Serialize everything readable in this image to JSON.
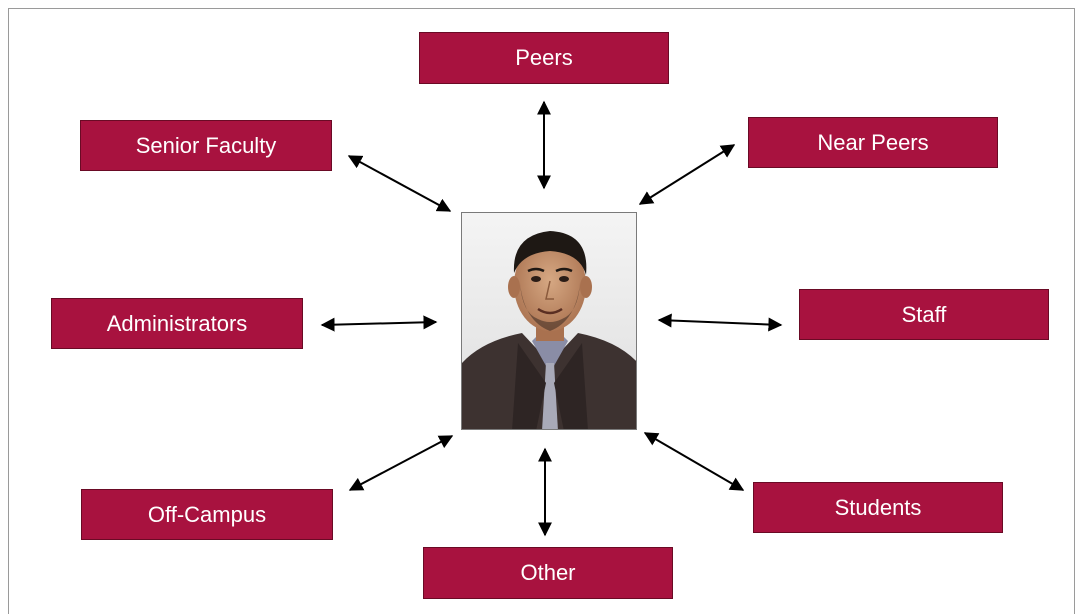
{
  "diagram": {
    "nodes": [
      {
        "id": "peers",
        "label": "Peers"
      },
      {
        "id": "senior-faculty",
        "label": "Senior Faculty"
      },
      {
        "id": "near-peers",
        "label": "Near Peers"
      },
      {
        "id": "administrators",
        "label": "Administrators"
      },
      {
        "id": "staff",
        "label": "Staff"
      },
      {
        "id": "off-campus",
        "label": "Off-Campus"
      },
      {
        "id": "students",
        "label": "Students"
      },
      {
        "id": "other",
        "label": "Other"
      }
    ],
    "connections": [
      "peers",
      "senior-faculty",
      "near-peers",
      "administrators",
      "staff",
      "off-campus",
      "students",
      "other"
    ],
    "colors": {
      "node_fill": "#a8123f",
      "node_text": "#ffffff",
      "arrow": "#000000"
    }
  }
}
